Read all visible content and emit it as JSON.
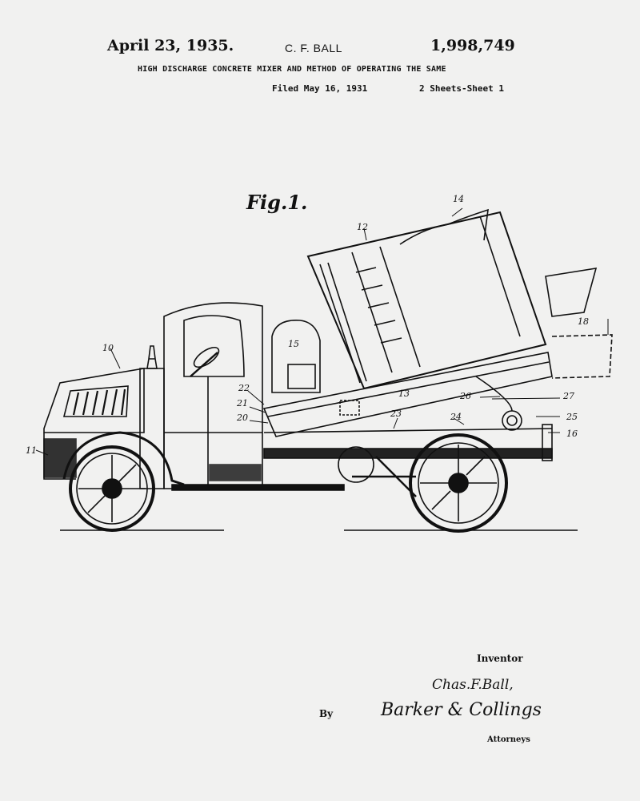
{
  "header": {
    "date": "April 23, 1935.",
    "inventor": "C. F. BALL",
    "patent_number": "1,998,749",
    "title": "HIGH DISCHARGE CONCRETE MIXER AND METHOD OF OPERATING THE SAME",
    "filed": "Filed May 16, 1931",
    "sheets": "2 Sheets-Sheet 1"
  },
  "figure": {
    "label": "Fig.1.",
    "refs": [
      "10",
      "11",
      "12",
      "13",
      "14",
      "15",
      "16",
      "18",
      "20",
      "21",
      "22",
      "23",
      "24",
      "25",
      "26",
      "27"
    ]
  },
  "signature": {
    "inventor_label": "Inventor",
    "inventor_name": "Chas.F.Ball,",
    "by": "By",
    "attorney_signature": "Barker & Collings",
    "attorney_label": "Attorneys"
  }
}
